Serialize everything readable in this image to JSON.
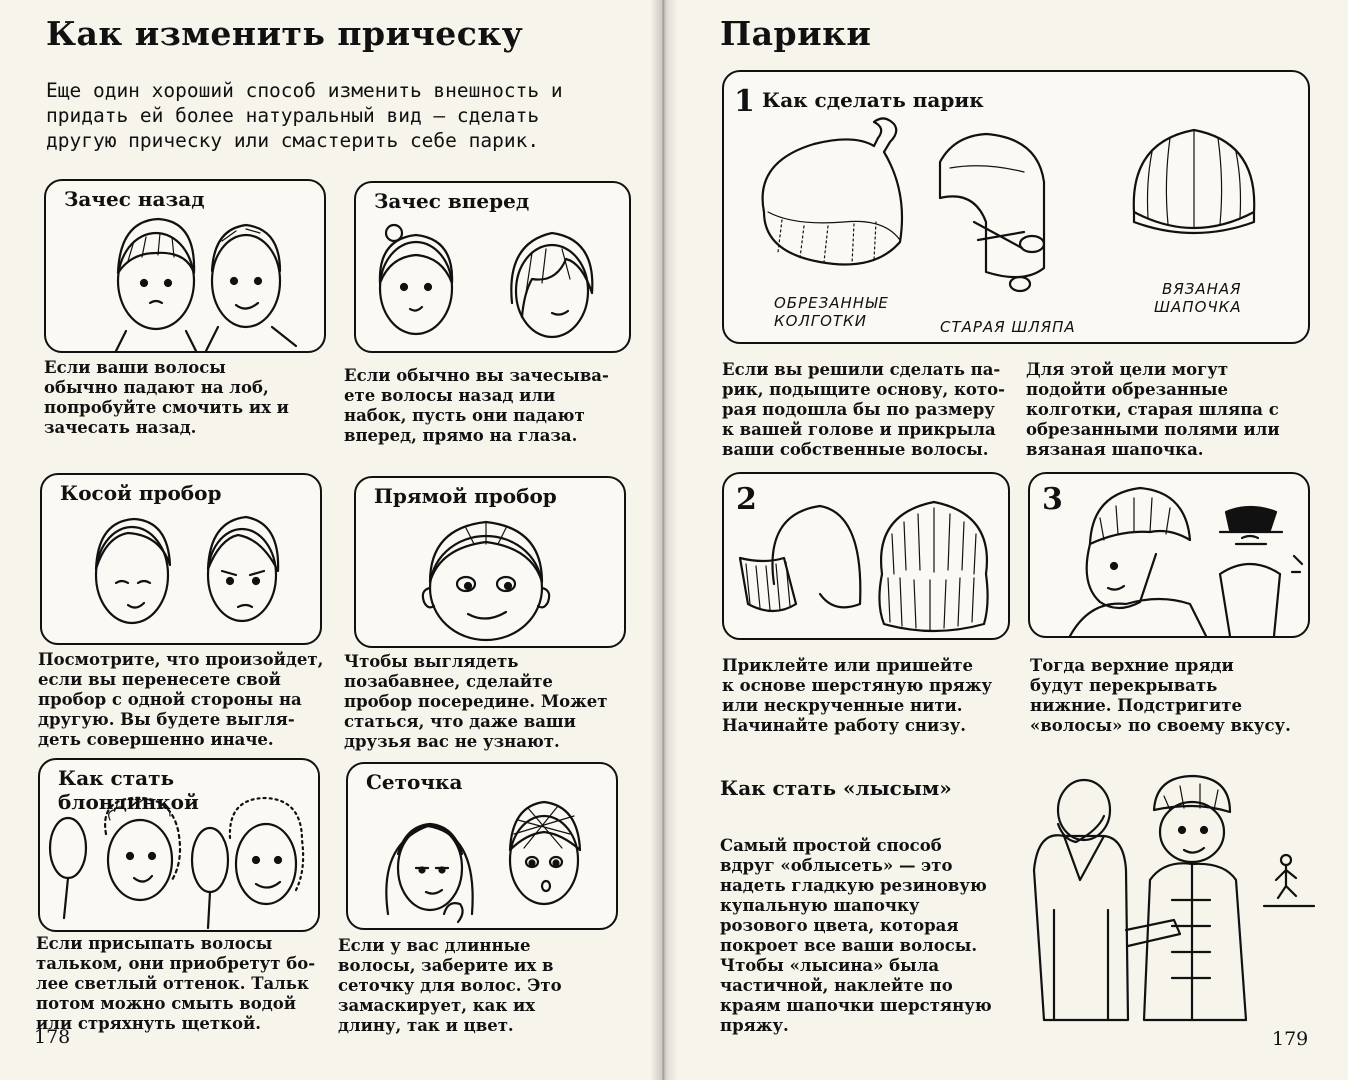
{
  "left_page": {
    "title": "Как изменить прическу",
    "intro": [
      "Еще один хороший способ изменить внешность и",
      "придать ей более натуральный вид — сделать",
      "другую прическу или смастерить себе парик."
    ],
    "panels": [
      {
        "title": "Зачес назад",
        "caption": [
          "Если ваши волосы",
          "обычно падают на лоб,",
          "попробуйте смочить их и",
          "зачесать назад."
        ]
      },
      {
        "title": "Зачес вперед",
        "caption": [
          "Если обычно вы зачесыва-",
          "ете волосы назад или",
          "набок, пусть они падают",
          "вперед, прямо на глаза."
        ]
      },
      {
        "title": "Косой пробор",
        "caption": [
          "Посмотрите, что произойдет,",
          "если вы перенесете свой",
          "пробор с одной стороны на",
          "другую. Вы будете выгля-",
          "деть совершенно иначе."
        ]
      },
      {
        "title": "Прямой пробор",
        "caption": [
          "Чтобы выглядеть",
          "позабавнее, сделайте",
          "пробор посередине. Может",
          "статься, что даже ваши",
          "друзья вас не узнают."
        ]
      },
      {
        "title": "Как стать блондинкой",
        "caption": [
          "Если присыпать волосы",
          "тальком, они приобретут бо-",
          "лее светлый оттенок. Тальк",
          "потом можно смыть водой",
          "или стряхнуть щеткой."
        ]
      },
      {
        "title": "Сеточка",
        "caption": [
          "Если у вас длинные",
          "волосы, заберите их в",
          "сеточку для волос. Это",
          "замаскирует, как их",
          "длину, так и цвет."
        ]
      }
    ],
    "page_number": "178"
  },
  "right_page": {
    "title": "Парики",
    "panel1": {
      "number": "1",
      "title": "Как сделать парик",
      "labels": {
        "tights": [
          "ОБРЕЗАННЫЕ",
          "КОЛГОТКИ"
        ],
        "hat": "СТАРАЯ ШЛЯПА",
        "beanie": [
          "ВЯЗАНАЯ",
          "ШАПОЧКА"
        ]
      }
    },
    "text1": [
      "Если вы решили сделать па-",
      "рик, подыщите основу, кото-",
      "рая подошла бы по размеру",
      "к вашей голове и прикрыла",
      "ваши собственные волосы."
    ],
    "text2": [
      "Для этой цели могут",
      "подойти обрезанные",
      "колготки, старая шляпа с",
      "обрезанными полями или",
      "вязаная шапочка."
    ],
    "panel2": {
      "number": "2",
      "caption": [
        "Приклейте или пришейте",
        "к основе шерстяную пряжу",
        "или нескрученные нити.",
        "Начинайте работу снизу."
      ]
    },
    "panel3": {
      "number": "3",
      "caption": [
        "Тогда верхние пряди",
        "будут перекрывать",
        "нижние. Подстригите",
        "«волосы» по своему вкусу."
      ]
    },
    "bald": {
      "heading": "Как стать «лысым»",
      "text": [
        "Самый простой способ",
        "вдруг «облысеть» — это",
        "надеть гладкую резиновую",
        "купальную шапочку",
        "розового цвета, которая",
        "покроет все ваши волосы.",
        "Чтобы «лысина» была",
        "частичной, наклейте по",
        "краям шапочки шерстяную",
        "пряжу."
      ]
    },
    "page_number": "179"
  }
}
